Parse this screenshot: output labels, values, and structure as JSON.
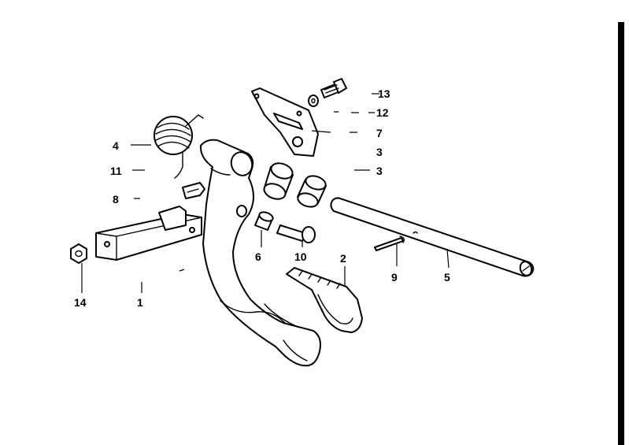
{
  "callouts": {
    "c1": "1",
    "c2": "2",
    "c3a": "3",
    "c3b": "3",
    "c4": "4",
    "c5": "5",
    "c6": "6",
    "c7": "7",
    "c8": "8",
    "c9": "9",
    "c10": "10",
    "c11": "11",
    "c12": "12",
    "c13": "13",
    "c14": "14"
  }
}
